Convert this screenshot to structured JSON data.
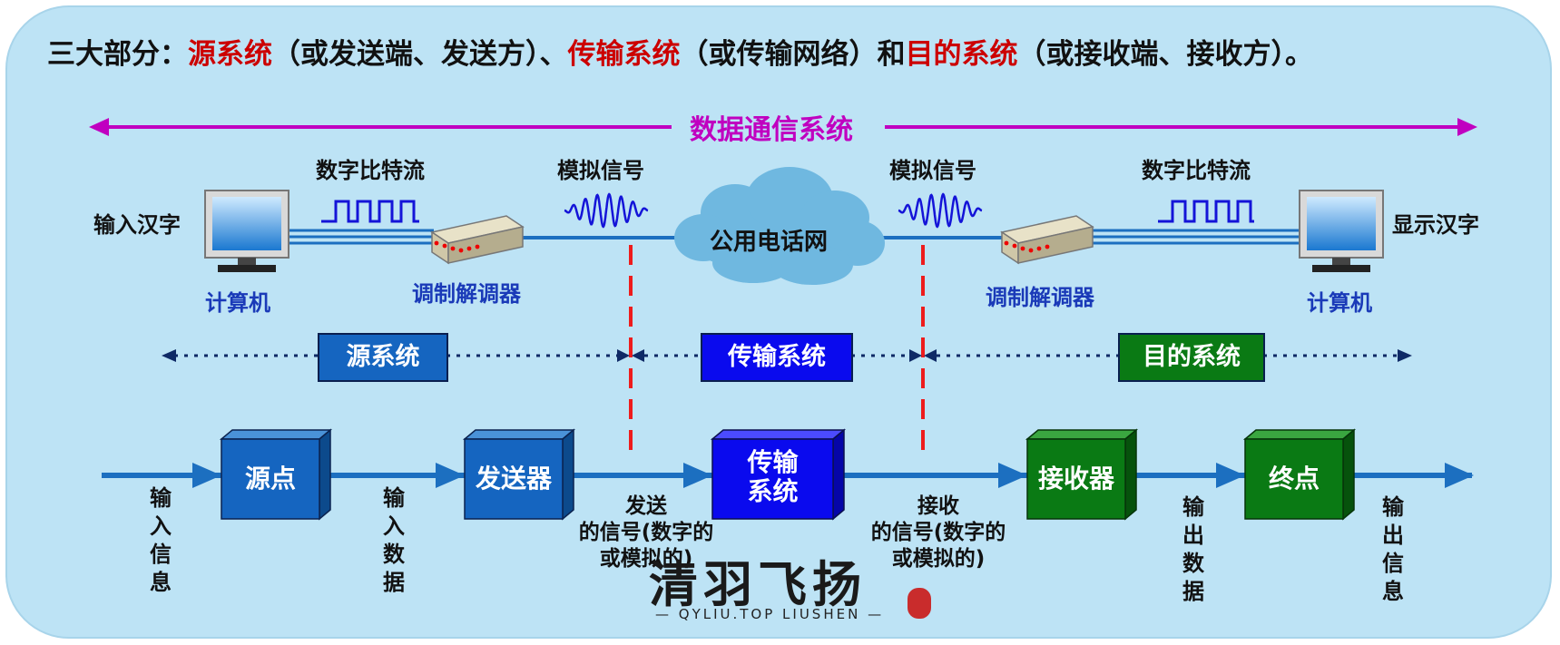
{
  "title": {
    "prefix": "三大部分：",
    "part1": "源系统",
    "part1_note": "（或发送端、发送方）、",
    "part2": "传输系统",
    "part2_note": "（或传输网络）和",
    "part3": "目的系统",
    "part3_note": "（或接收端、接收方）。"
  },
  "data_comm_system": "数据通信系统",
  "top": {
    "input_text": "输入汉字",
    "display_text": "显示汉字",
    "computer_left": "计算机",
    "computer_right": "计算机",
    "modem_left": "调制解调器",
    "modem_right": "调制解调器",
    "digital_left": "数字比特流",
    "digital_right": "数字比特流",
    "analog_left": "模拟信号",
    "analog_right": "模拟信号",
    "network": "公用电话网"
  },
  "systems": {
    "source": "源系统",
    "transmission": "传输系统",
    "destination": "目的系统"
  },
  "blocks": {
    "source_point": "源点",
    "transmitter": "发送器",
    "transmission_system": "传输\n系统",
    "receiver": "接收器",
    "destination_point": "终点"
  },
  "flow": {
    "input_info": "输入信息",
    "input_data": "输入数据",
    "sent_signal": "发送\n的信号(数字的\n或模拟的)",
    "received_signal": "接收\n的信号(数字的\n或模拟的)",
    "output_data": "输出数据",
    "output_info": "输出信息"
  },
  "watermark": {
    "text": "清羽飞扬",
    "sub": "— QYLIU.TOP  LIUSHEN —"
  },
  "colors": {
    "panel": "#bde3f5",
    "title_red": "#cc0000",
    "magenta": "#c000c0",
    "source_blue": "#1565c0",
    "trans_blue": "#0a0aee",
    "dest_green": "#0a7a14",
    "line_blue": "#1c6fc0",
    "dash_red": "#ee1c1c"
  }
}
